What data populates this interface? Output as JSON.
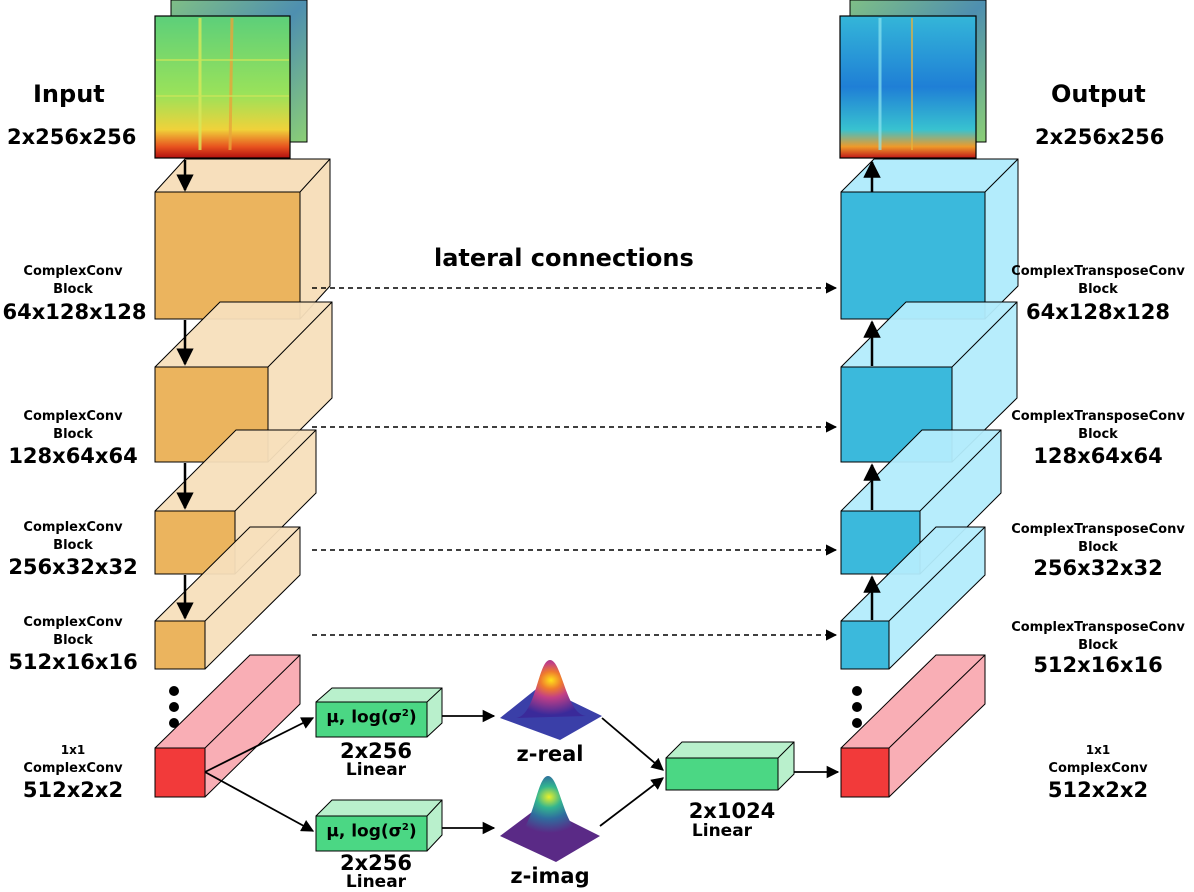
{
  "input": {
    "label": "Input",
    "dims": "2x256x256"
  },
  "output": {
    "label": "Output",
    "dims": "2x256x256"
  },
  "lateral_label": "lateral connections",
  "encoder": [
    {
      "name": "ComplexConv",
      "sub": "Block",
      "dims": "64x128x128"
    },
    {
      "name": "ComplexConv",
      "sub": "Block",
      "dims": "128x64x64"
    },
    {
      "name": "ComplexConv",
      "sub": "Block",
      "dims": "256x32x32"
    },
    {
      "name": "ComplexConv",
      "sub": "Block",
      "dims": "512x16x16"
    }
  ],
  "decoder": [
    {
      "name": "ComplexTransposeConv",
      "sub": "Block",
      "dims": "64x128x128"
    },
    {
      "name": "ComplexTransposeConv",
      "sub": "Block",
      "dims": "128x64x64"
    },
    {
      "name": "ComplexTransposeConv",
      "sub": "Block",
      "dims": "256x32x32"
    },
    {
      "name": "ComplexTransposeConv",
      "sub": "Block",
      "dims": "512x16x16"
    }
  ],
  "bottleneck_left": {
    "kernel": "1x1",
    "name": "ComplexConv",
    "dims": "512x2x2"
  },
  "bottleneck_right": {
    "kernel": "1x1",
    "name": "ComplexConv"
  },
  "bottleneck_right_dims": "512x2x2",
  "linear_top": {
    "text_mu": "μ, log(σ",
    "sup": "2",
    "close": ")",
    "dims": "2x256",
    "name": "Linear"
  },
  "linear_bottom": {
    "text_mu": "μ, log(σ",
    "sup": "2",
    "close": ")",
    "dims": "2x256",
    "name": "Linear"
  },
  "z_real": "z-real",
  "z_imag": "z-imag",
  "merge_linear": {
    "dims": "2x1024",
    "name": "Linear"
  },
  "colors": {
    "encoder_front": "#ebb45e",
    "encoder_back": "#f7dfbc",
    "decoder_front": "#3bb9dc",
    "decoder_back": "#b3ecfc",
    "bottleneck_front": "#f23a3a",
    "bottleneck_back": "#f9aeb5",
    "linear_front": "#4bd784",
    "linear_back": "#b9f0cc"
  },
  "icons": [
    "spectrogram-input-image",
    "spectrogram-output-image",
    "gaussian-real-icon",
    "gaussian-imag-icon"
  ]
}
